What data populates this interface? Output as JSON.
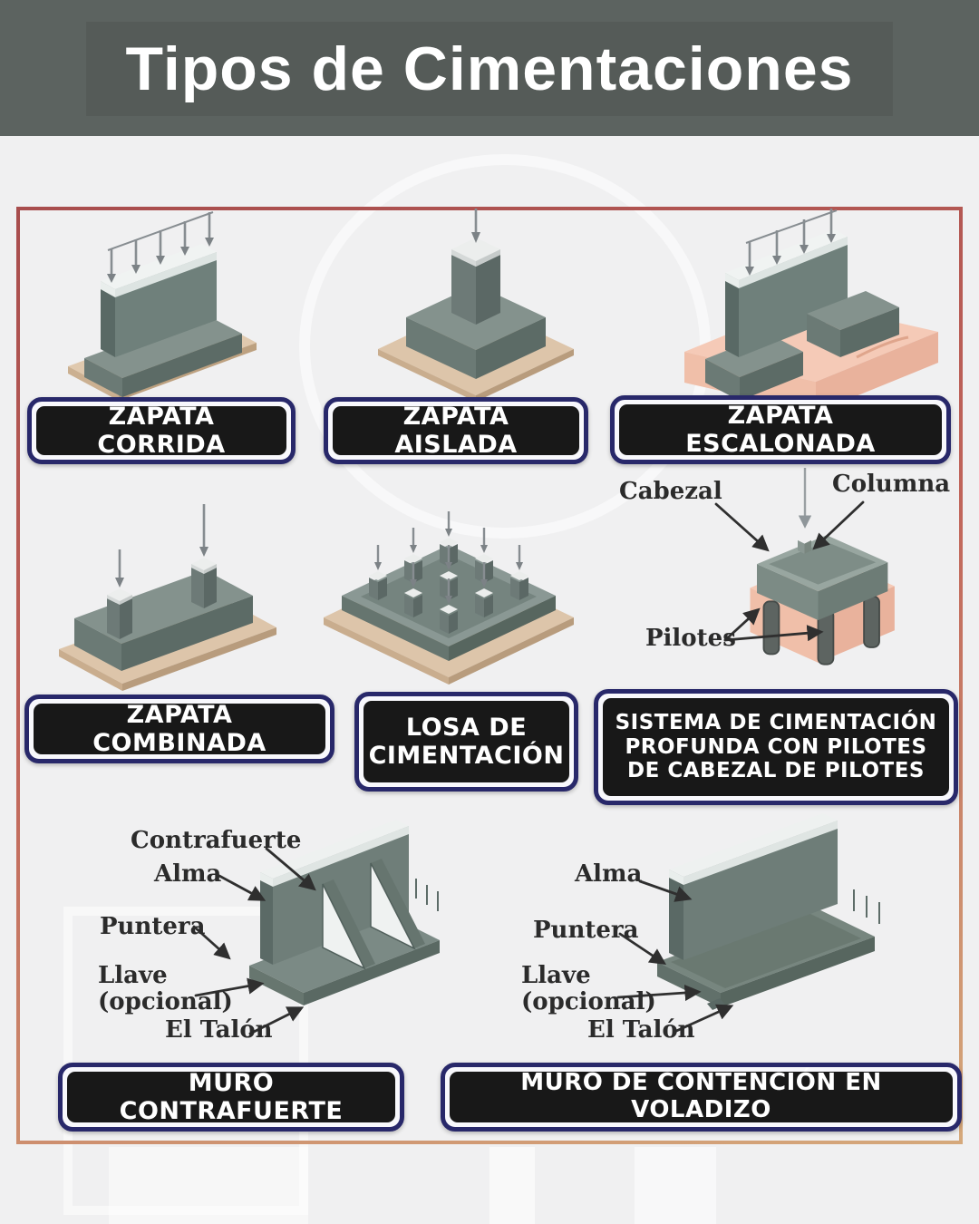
{
  "header": {
    "title": "Tipos de Cimentaciones"
  },
  "plates": {
    "corrida": "ZAPATA CORRIDA",
    "aislada": "ZAPATA AISLADA",
    "escalonada": "ZAPATA ESCALONADA",
    "combinada": "ZAPATA COMBINADA",
    "losa": "LOSA DE CIMENTACIÓN",
    "sistema": "SISTEMA DE CIMENTACIÓN PROFUNDA CON PILOTES DE CABEZAL DE PILOTES",
    "muro_contrafuerte": "MURO CONTRAFUERTE",
    "muro_voladizo": "MURO DE CONTENCIÓN EN VOLADIZO"
  },
  "annotations": {
    "pile_cap": {
      "cabezal": "Cabezal",
      "columna": "Columna",
      "pilotes": "Pilotes"
    },
    "muro_contrafuerte": {
      "contrafuerte": "Contrafuerte",
      "alma": "Alma",
      "puntera": "Puntera",
      "llave": "Llave",
      "llave_opcional": "(opcional)",
      "talon": "El Talón"
    },
    "muro_voladizo": {
      "alma": "Alma",
      "puntera": "Puntera",
      "llave": "Llave",
      "llave_opcional": "(opcional)",
      "talon": "El Talón"
    }
  },
  "colors": {
    "header_bg": "#5c6360",
    "title_box_bg": "#555b58",
    "page_bg": "#f0f0f1",
    "panel_border_top": "#a84d4d",
    "panel_border_bottom": "#d5a87b",
    "plate_border": "#28286a",
    "plate_bg": "#181818",
    "plate_text": "#ffffff",
    "concrete_gray": "#6f807b",
    "soil_tan": "#ddc5aa",
    "soil_pink": "#f5cab7",
    "annotation_text": "#2b2b2b"
  }
}
